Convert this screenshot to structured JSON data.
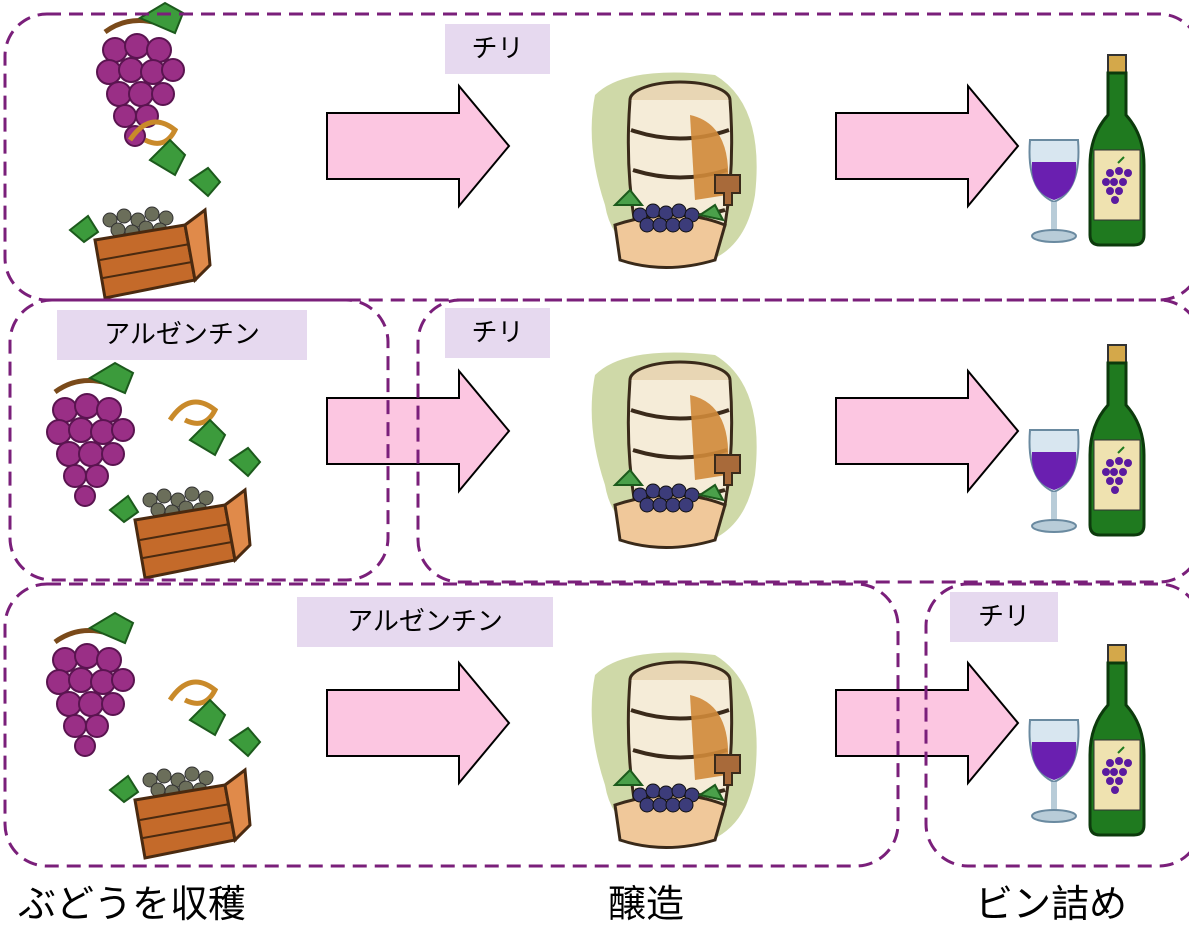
{
  "rows": [
    {
      "harvest_tag": null,
      "production_tag": "チリ",
      "bottling_tag": null
    },
    {
      "harvest_tag": "アルゼンチン",
      "production_tag": "チリ",
      "bottling_tag": null
    },
    {
      "harvest_tag": null,
      "production_tag": "アルゼンチン",
      "bottling_tag": "チリ"
    }
  ],
  "stages": {
    "harvest": "ぶどうを収穫",
    "brewing": "醸造",
    "bottling": "ビン詰め"
  },
  "colors": {
    "boundary": "#7a1f7a",
    "tag_background": "#e6d9ef",
    "arrow_fill": "#fcc6e1",
    "grape": "#8e2a7a",
    "wine": "#6a1fb0",
    "bottle": "#1f7a1f",
    "barrel_wood": "#d08a3a"
  },
  "icons": [
    "grapes-icon",
    "crate-icon",
    "barrel-icon",
    "wine-bottle-icon",
    "wine-glass-icon"
  ]
}
